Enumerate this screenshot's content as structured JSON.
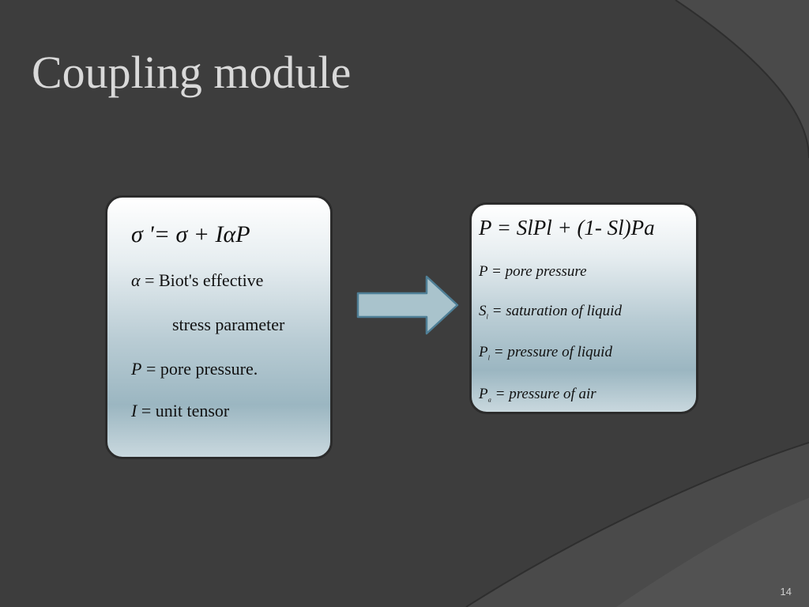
{
  "slide": {
    "title": "Coupling module",
    "page_number": "14"
  },
  "left_box": {
    "equation": "σ '= σ + IαP",
    "lines": [
      {
        "symbol": "α",
        "text": "Biot's effective"
      },
      {
        "symbol": "",
        "text": "stress parameter"
      },
      {
        "symbol": "P",
        "text": "pore pressure."
      },
      {
        "symbol": "I",
        "text": "unit tensor"
      }
    ]
  },
  "right_box": {
    "equation": "P = SlPl + (1- Sl)Pa",
    "definitions": [
      {
        "symbol": "P",
        "sub": "",
        "text": "pore pressure"
      },
      {
        "symbol": "S",
        "sub": "l",
        "text": "saturation of liquid"
      },
      {
        "symbol": "P",
        "sub": "l",
        "text": "pressure of liquid"
      },
      {
        "symbol": "P",
        "sub": "a",
        "text": "pressure of air"
      }
    ]
  },
  "colors": {
    "background": "#3d3d3d",
    "title": "#d9d9d9",
    "arrow_fill": "#a9c3cc",
    "arrow_stroke": "#4f7f96"
  },
  "icons": {
    "arrow": "right-arrow-icon"
  }
}
